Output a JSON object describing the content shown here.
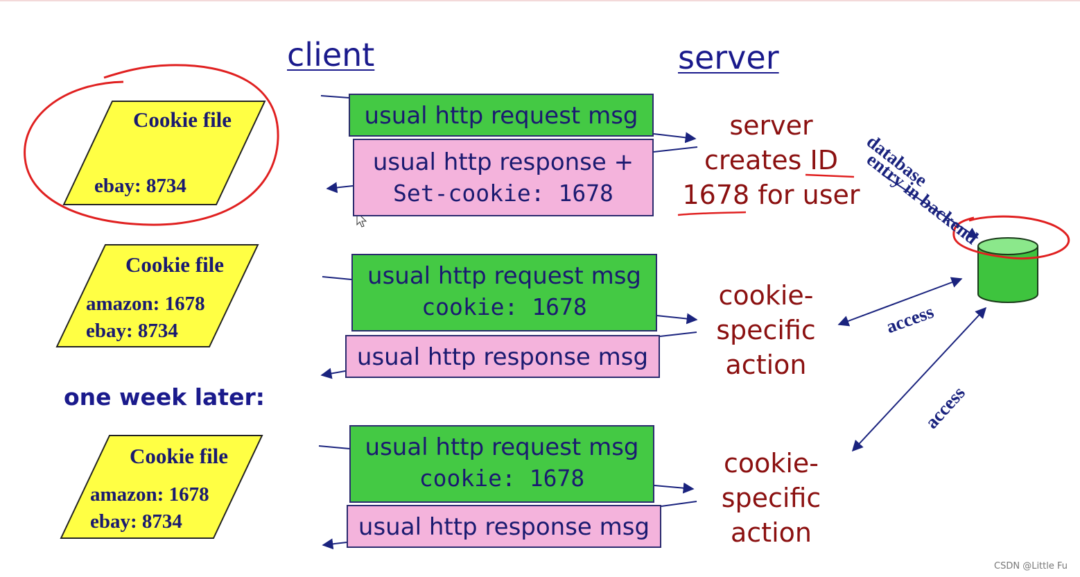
{
  "headers": {
    "client": "client",
    "server": "server"
  },
  "cookie_files": [
    {
      "title": "Cookie file",
      "entries": [
        "ebay: 8734"
      ]
    },
    {
      "title": "Cookie file",
      "entries": [
        "amazon: 1678",
        "ebay: 8734"
      ]
    },
    {
      "title": "Cookie file",
      "entries": [
        "amazon: 1678",
        "ebay: 8734"
      ]
    }
  ],
  "exchanges": [
    {
      "request": {
        "line1": "usual http request msg"
      },
      "response": {
        "line1": "usual http response +",
        "line2": "Set-cookie: 1678"
      },
      "server_text": [
        "server",
        "creates ID",
        "1678 for user"
      ]
    },
    {
      "request": {
        "line1": "usual http request msg",
        "line2": "cookie: 1678"
      },
      "response": {
        "line1": "usual http response msg"
      },
      "server_text": [
        "cookie-",
        "specific",
        "action"
      ]
    },
    {
      "request": {
        "line1": "usual http request msg",
        "line2": "cookie: 1678"
      },
      "response": {
        "line1": "usual http response msg"
      },
      "server_text": [
        "cookie-",
        "specific",
        "action"
      ]
    }
  ],
  "one_week_later": "one week later:",
  "database": {
    "label_line1": "entry in backend",
    "label_line2": "database",
    "access_labels": [
      "access",
      "access"
    ]
  },
  "watermark": "CSDN @Little Fu",
  "colors": {
    "request_fill": "#44c944",
    "response_fill": "#f4b3dc",
    "cookie_fill": "#ffff44",
    "annotation_red": "#e02020",
    "text_navy": "#1a1a70",
    "server_text": "#8b1010"
  }
}
